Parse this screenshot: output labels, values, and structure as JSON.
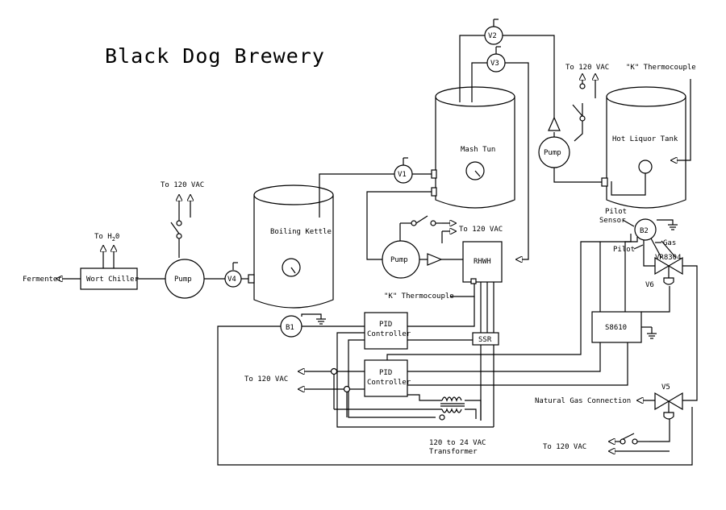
{
  "title": "Black Dog Brewery",
  "vessels": {
    "mash_tun": "Mash Tun",
    "hot_liquor_tank": "Hot Liquor Tank",
    "boiling_kettle": "Boiling Kettle"
  },
  "devices": {
    "pump": "Pump",
    "wort_chiller": "Wort Chiller",
    "rhwh": "RHWH",
    "pid_controller_line1": "PID",
    "pid_controller_line2": "Controller",
    "ssr": "SSR",
    "s8610": "S8610",
    "vr8304": "VR8304",
    "transformer_line1": "120 to 24 VAC",
    "transformer_line2": "Transformer"
  },
  "valves": {
    "v1": "V1",
    "v2": "V2",
    "v3": "V3",
    "v4": "V4",
    "v5": "V5",
    "v6": "V6"
  },
  "burners": {
    "b1": "B1",
    "b2": "B2"
  },
  "labels": {
    "to_120_vac": "To 120 VAC",
    "k_thermocouple": "\"K\" Thermocouple",
    "to_h2o_prefix": "To H",
    "to_h2o_sub": "2",
    "to_h2o_suffix": "0",
    "fermenter": "Fermenter",
    "pilot_sensor_line1": "Pilot",
    "pilot_sensor_line2": "Sensor",
    "pilot": "Pilot",
    "gas": "Gas",
    "natural_gas_connection": "Natural Gas Connection"
  }
}
